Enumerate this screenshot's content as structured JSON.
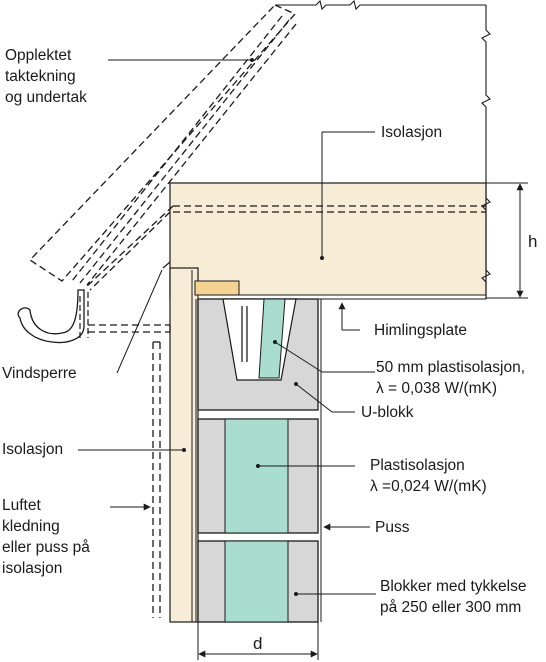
{
  "labels": {
    "roofing": [
      "Opplektet",
      "taktekning",
      "og undertak"
    ],
    "insulation_top": "Isolasjon",
    "height_dim": "h",
    "ceiling_board": "Himlingsplate",
    "wind_barrier": "Vindsperre",
    "plastic_insulation_50": [
      "50 mm plastisolasjon,",
      "λ = 0,038 W/(mK)"
    ],
    "u_block": "U-blokk",
    "insulation_side": "Isolasjon",
    "plastic_insulation": [
      "Plastisolasjon",
      "λ =0,024 W/(mK)"
    ],
    "cladding": [
      "Luftet",
      "kledning",
      "eller puss på",
      "isolasjon"
    ],
    "plaster": "Puss",
    "blocks": [
      "Blokker med tykkelse",
      "på 250 eller 300 mm"
    ],
    "width_dim": "d"
  },
  "colors": {
    "insulation": "#f7ecd6",
    "block": "#d7d7d7",
    "plastic_insulation": "#a9ddd0",
    "wood_plate": "#f5d391",
    "line": "#1a1a1a"
  }
}
